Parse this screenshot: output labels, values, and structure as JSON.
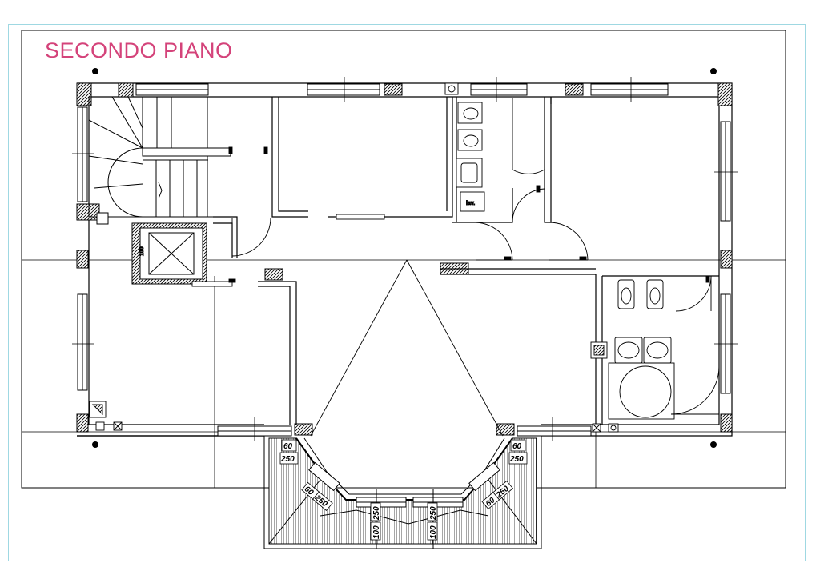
{
  "title": "SECONDO PIANO",
  "accent_color": "#d4437a",
  "line_color": "#000000",
  "sheet_border_color": "#9fd8e2",
  "fixtures": {
    "washing_machine_label": "lav."
  },
  "balcony_dimensions": [
    {
      "top": "60",
      "bottom": "250"
    },
    {
      "top": "60",
      "bottom": "250"
    },
    {
      "top": "60",
      "bottom": "250"
    },
    {
      "top": "60",
      "bottom": "250"
    },
    {
      "top": "100",
      "bottom": "250"
    },
    {
      "top": "100",
      "bottom": "250"
    }
  ],
  "elevator_dim": "100"
}
